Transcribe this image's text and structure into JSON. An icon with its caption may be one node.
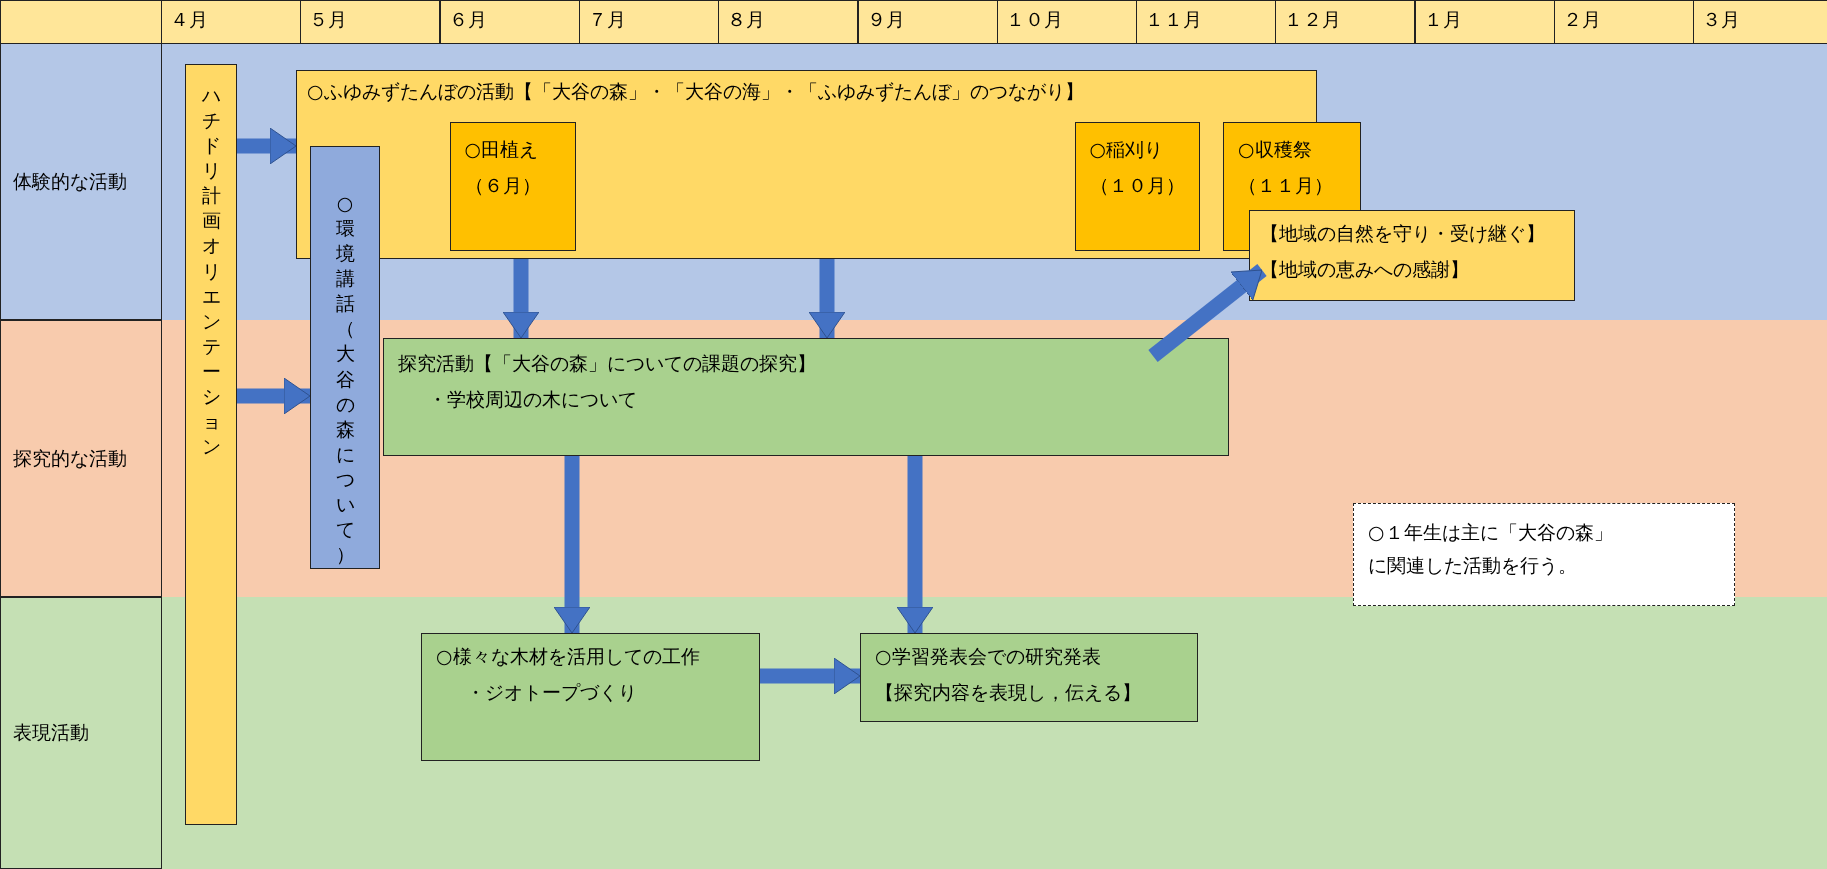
{
  "diagram": {
    "nodes": [
      {
        "text": [
          "ハチドリ計画オリエンテーション"
        ]
      },
      {
        "text": [
          "○ふゆみずたんぼの活動【「大谷の森」・「大谷の海」・「ふゆみずたんぼ」のつながり】"
        ]
      },
      {
        "text": [
          "○田植え",
          "（６月）"
        ],
        "in": 1
      },
      {
        "text": [
          "○稲刈り",
          "（１０月）"
        ],
        "in": 1
      },
      {
        "text": [
          "○収穫祭",
          "（１１月）"
        ]
      },
      {
        "text": [
          "○環境講話（大谷の森について）"
        ]
      },
      {
        "text": [
          "【地域の自然を守り・受け継ぐ】",
          "【地域の恵みへの感謝】"
        ]
      },
      {
        "text": [
          "探究活動【「大谷の森」についての課題の探究】",
          "・学校周辺の木について"
        ]
      },
      {
        "text": [
          "○様々な木材を活用しての工作",
          "・ジオトープづくり"
        ]
      },
      {
        "text": [
          "○学習発表会での研究発表",
          "【探究内容を表現し，伝える】"
        ]
      },
      {
        "text": [
          "○１年生は主に「大谷の森」に関連した活動を行う。"
        ]
      }
    ],
    "edges": [
      {
        "from": 0,
        "to": 1,
        "arrow": "to"
      },
      {
        "from": 0,
        "to": 5,
        "arrow": "to"
      },
      {
        "from": 1,
        "to": 7,
        "arrow": "to"
      },
      {
        "from": 1,
        "to": 7,
        "arrow": "to"
      },
      {
        "from": 7,
        "to": 6,
        "arrow": "to"
      },
      {
        "from": 7,
        "to": 8,
        "arrow": "to"
      },
      {
        "from": 7,
        "to": 9,
        "arrow": "to"
      },
      {
        "from": 8,
        "to": 9,
        "arrow": "to"
      }
    ],
    "labels": [
      "４月",
      "５月",
      "６月",
      "７月",
      "８月",
      "９月",
      "１０月",
      "１１月",
      "１２月",
      "１月",
      "２月",
      "３月",
      "体験的な活動",
      "探究的な活動",
      "表現活動"
    ]
  }
}
